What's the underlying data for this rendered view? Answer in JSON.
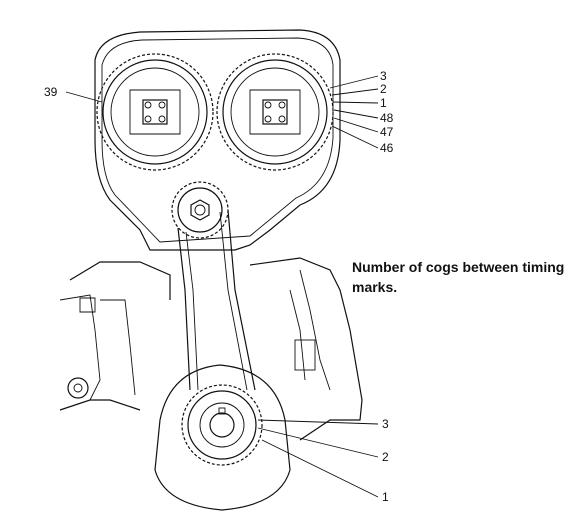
{
  "caption": "Number of cogs between timing marks.",
  "upper_left_labels": [
    "39"
  ],
  "upper_right_labels": [
    "3",
    "2",
    "1",
    "48",
    "47",
    "46"
  ],
  "lower_labels": [
    "3",
    "2",
    "1"
  ]
}
